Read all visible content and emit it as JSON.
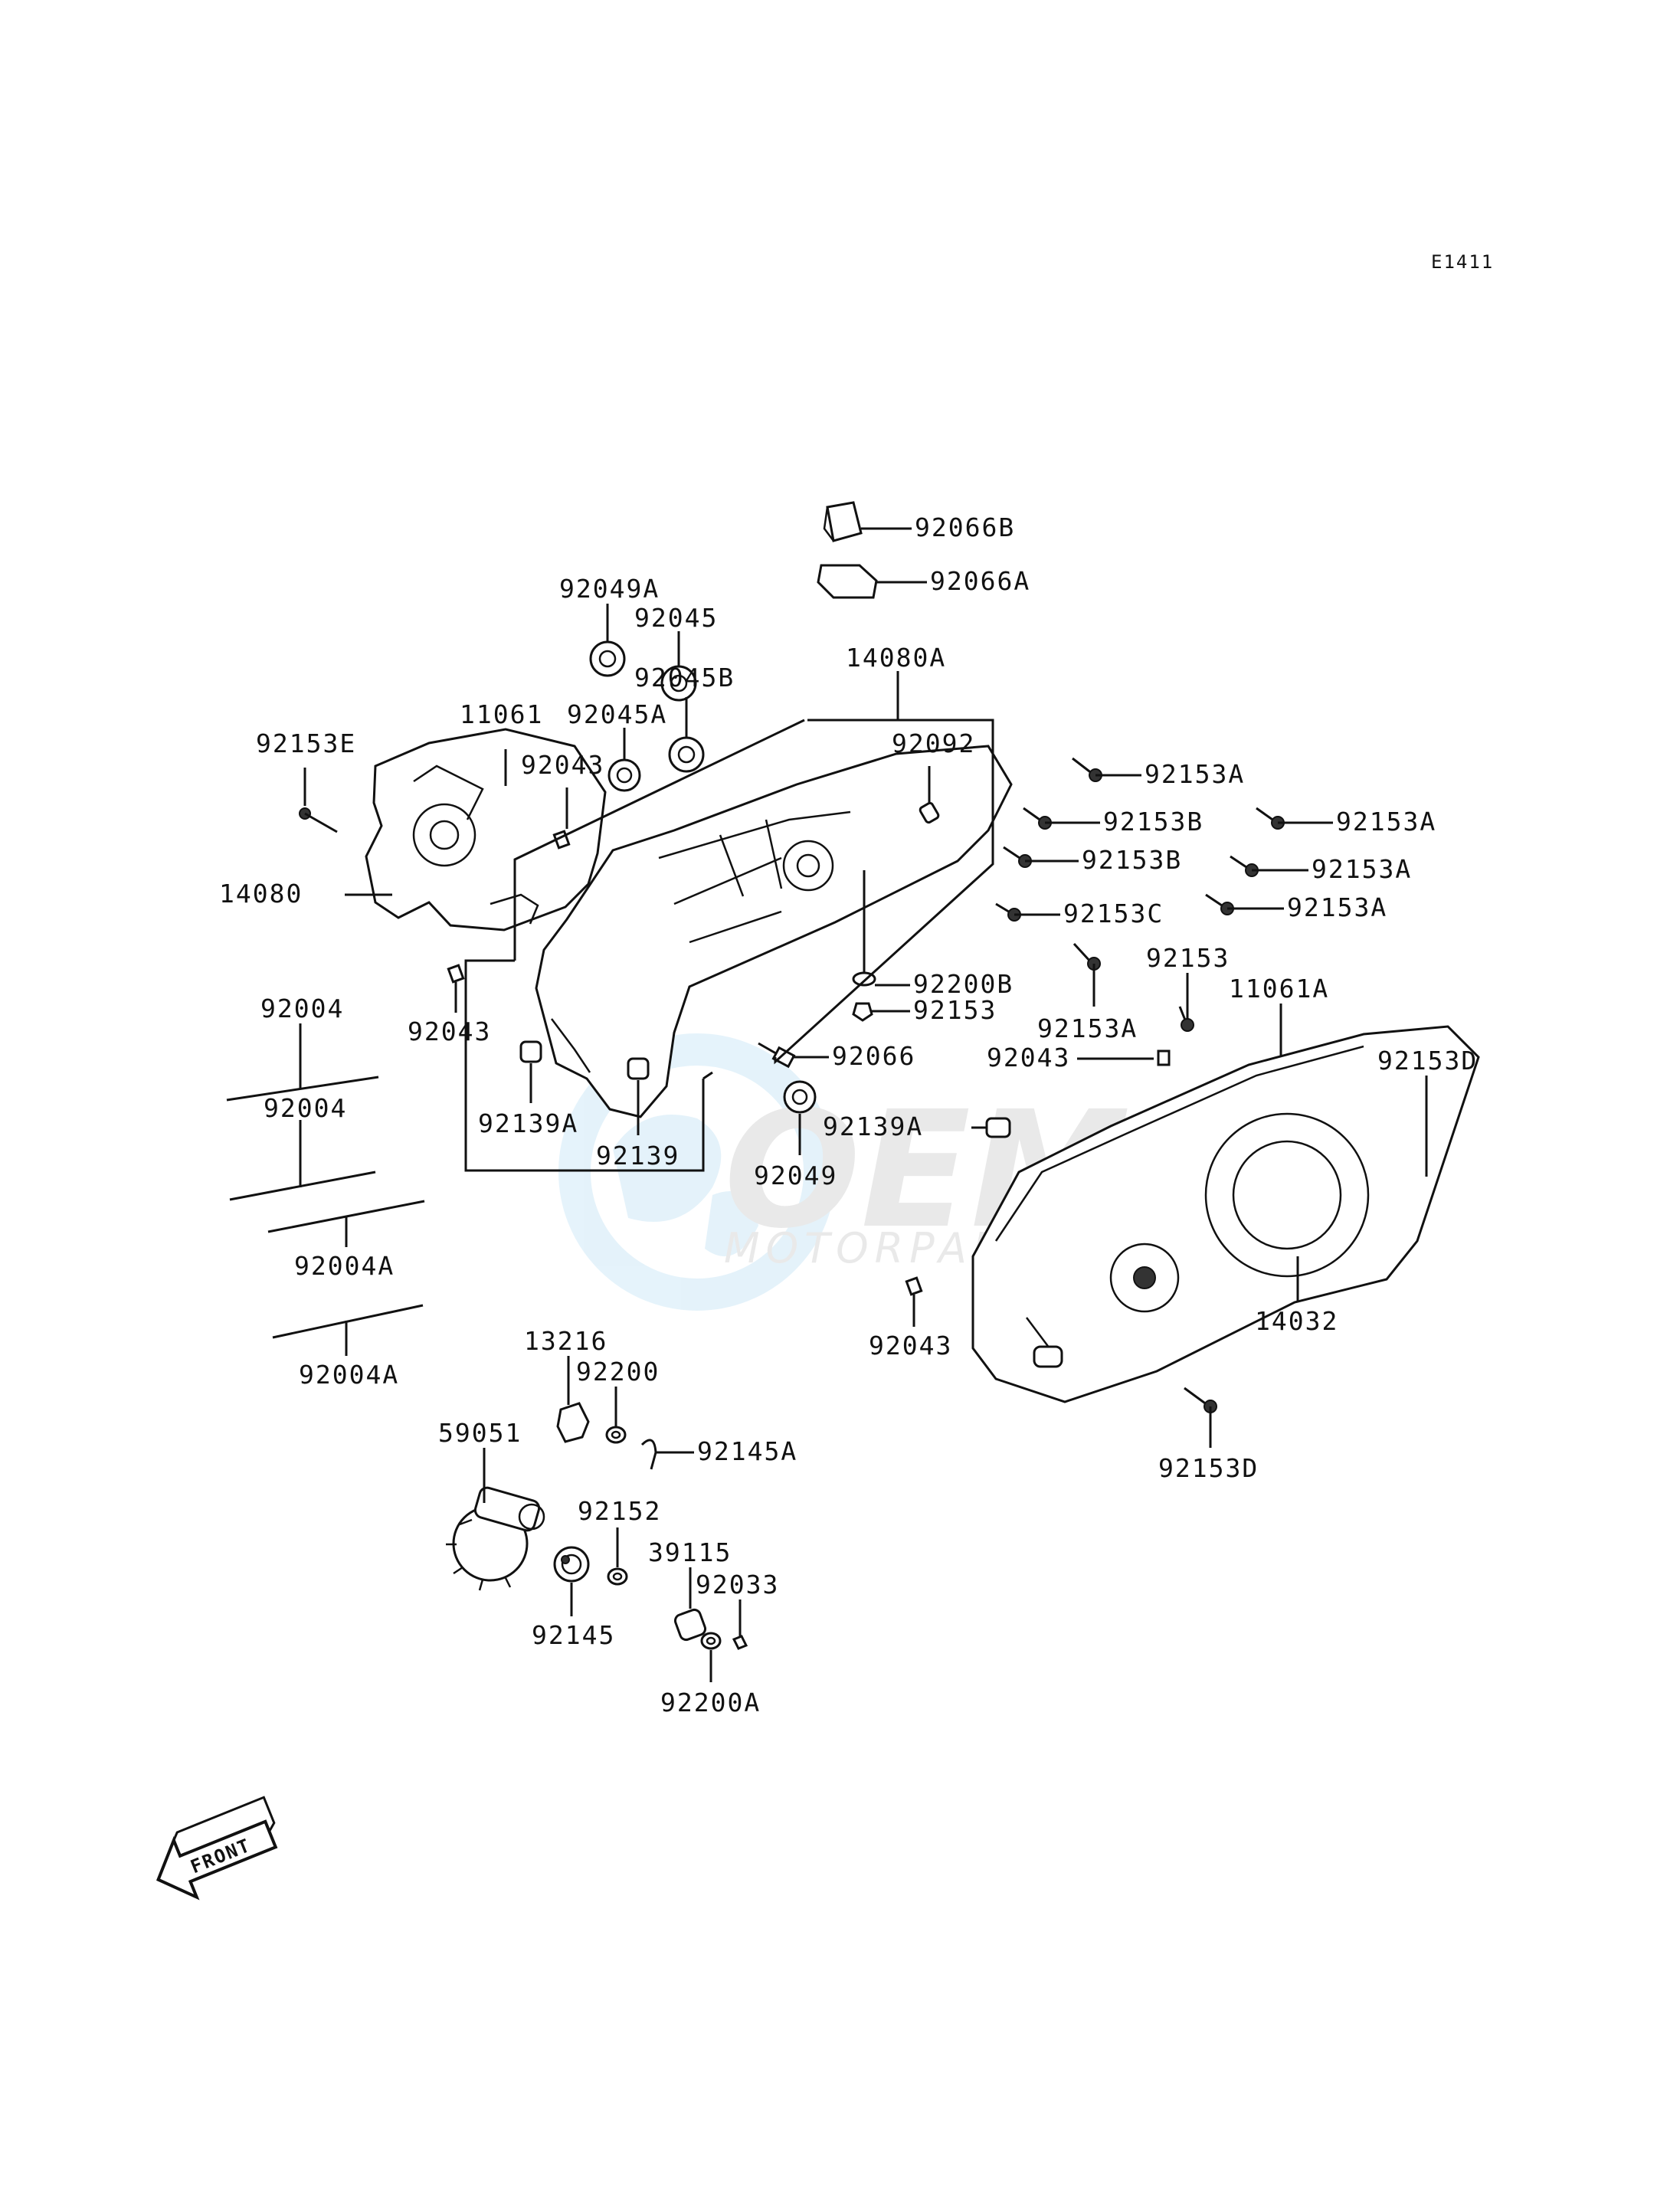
{
  "diagram": {
    "code": "E1411",
    "front_label": "FRONT",
    "watermark": {
      "brand": "OEM",
      "sub": "MOTORPARTS",
      "color": "#cfe9f7"
    },
    "labels": [
      "92049A",
      "92045",
      "92066B",
      "92066A",
      "92045B",
      "14080A",
      "11061",
      "92045A",
      "92153E",
      "92043",
      "92092",
      "92153A",
      "92153B",
      "92153A",
      "14080",
      "92153B",
      "92153A",
      "92153C",
      "92153A",
      "92200B",
      "92153",
      "92153",
      "11061A",
      "92004",
      "92043",
      "92066",
      "92153A",
      "92043",
      "92153D",
      "92139A",
      "92139",
      "92049",
      "92139A",
      "92004",
      "92004A",
      "92043",
      "14032",
      "92004A",
      "13216",
      "92200",
      "59051",
      "92145A",
      "92152",
      "39115",
      "92033",
      "92145",
      "92200A",
      "92153D"
    ]
  }
}
